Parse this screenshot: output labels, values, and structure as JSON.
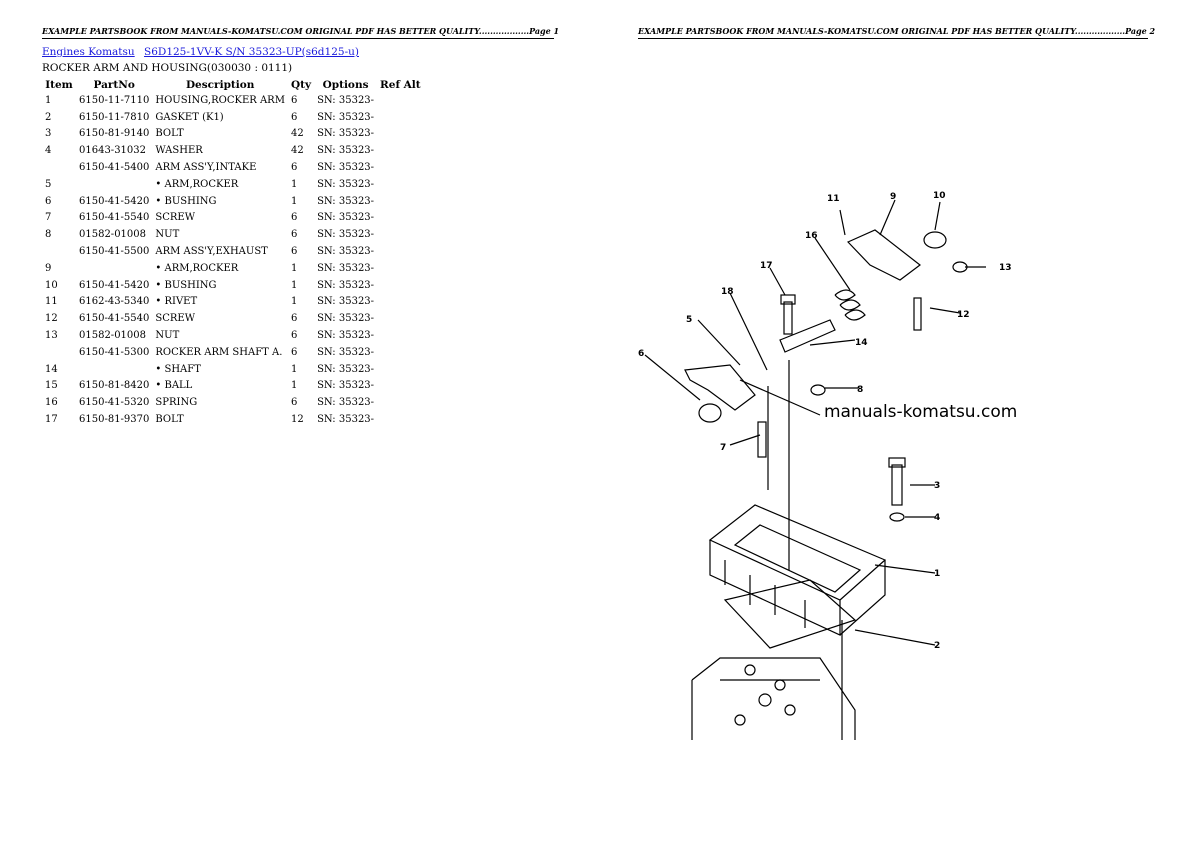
{
  "header": {
    "page1": "EXAMPLE PARTSBOOK FROM MANUALS-KOMATSU.COM ORIGINAL PDF HAS BETTER QUALITY..................Page 1",
    "page2": "EXAMPLE PARTSBOOK FROM MANUALS-KOMATSU.COM ORIGINAL PDF HAS BETTER QUALITY..................Page 2"
  },
  "breadcrumb": {
    "link1": "Engines Komatsu",
    "link2": "S6D125-1VV-K S/N 35323-UP(s6d125-u)"
  },
  "subtitle": "ROCKER ARM AND HOUSING(030030 : 0111)",
  "table": {
    "headers": [
      "Item",
      "PartNo",
      "Description",
      "Qty",
      "Options",
      "Ref Alt"
    ],
    "rows": [
      {
        "item": "1",
        "part": "6150-11-7110",
        "desc": "HOUSING,ROCKER ARM",
        "qty": "6",
        "opt": "SN: 35323-"
      },
      {
        "item": "2",
        "part": "6150-11-7810",
        "desc": "GASKET (K1)",
        "qty": "6",
        "opt": "SN: 35323-"
      },
      {
        "item": "3",
        "part": "6150-81-9140",
        "desc": "BOLT",
        "qty": "42",
        "opt": "SN: 35323-"
      },
      {
        "item": "4",
        "part": "01643-31032",
        "desc": "WASHER",
        "qty": "42",
        "opt": "SN: 35323-"
      },
      {
        "item": "",
        "part": "6150-41-5400",
        "desc": "ARM ASS'Y,INTAKE",
        "qty": "6",
        "opt": "SN: 35323-"
      },
      {
        "item": "5",
        "part": "",
        "desc": "• ARM,ROCKER",
        "qty": "1",
        "opt": "SN: 35323-"
      },
      {
        "item": "6",
        "part": "6150-41-5420",
        "desc": "• BUSHING",
        "qty": "1",
        "opt": "SN: 35323-"
      },
      {
        "item": "7",
        "part": "6150-41-5540",
        "desc": "SCREW",
        "qty": "6",
        "opt": "SN: 35323-"
      },
      {
        "item": "8",
        "part": "01582-01008",
        "desc": "NUT",
        "qty": "6",
        "opt": "SN: 35323-"
      },
      {
        "item": "",
        "part": "6150-41-5500",
        "desc": "ARM ASS'Y,EXHAUST",
        "qty": "6",
        "opt": "SN: 35323-"
      },
      {
        "item": "9",
        "part": "",
        "desc": "• ARM,ROCKER",
        "qty": "1",
        "opt": "SN: 35323-"
      },
      {
        "item": "10",
        "part": "6150-41-5420",
        "desc": "• BUSHING",
        "qty": "1",
        "opt": "SN: 35323-"
      },
      {
        "item": "11",
        "part": "6162-43-5340",
        "desc": "• RIVET",
        "qty": "1",
        "opt": "SN: 35323-"
      },
      {
        "item": "12",
        "part": "6150-41-5540",
        "desc": "SCREW",
        "qty": "6",
        "opt": "SN: 35323-"
      },
      {
        "item": "13",
        "part": "01582-01008",
        "desc": "NUT",
        "qty": "6",
        "opt": "SN: 35323-"
      },
      {
        "item": "",
        "part": "6150-41-5300",
        "desc": "ROCKER ARM SHAFT A.",
        "qty": "6",
        "opt": "SN: 35323-"
      },
      {
        "item": "14",
        "part": "",
        "desc": "• SHAFT",
        "qty": "1",
        "opt": "SN: 35323-"
      },
      {
        "item": "15",
        "part": "6150-81-8420",
        "desc": "• BALL",
        "qty": "1",
        "opt": "SN: 35323-"
      },
      {
        "item": "16",
        "part": "6150-41-5320",
        "desc": "SPRING",
        "qty": "6",
        "opt": "SN: 35323-"
      },
      {
        "item": "17",
        "part": "6150-81-9370",
        "desc": "BOLT",
        "qty": "12",
        "opt": "SN: 35323-"
      }
    ]
  },
  "diagram": {
    "watermark": "manuals-komatsu.com",
    "callouts": [
      "11",
      "9",
      "10",
      "16",
      "17",
      "13",
      "18",
      "12",
      "5",
      "14",
      "6",
      "8",
      "7",
      "3",
      "4",
      "1",
      "2"
    ]
  }
}
